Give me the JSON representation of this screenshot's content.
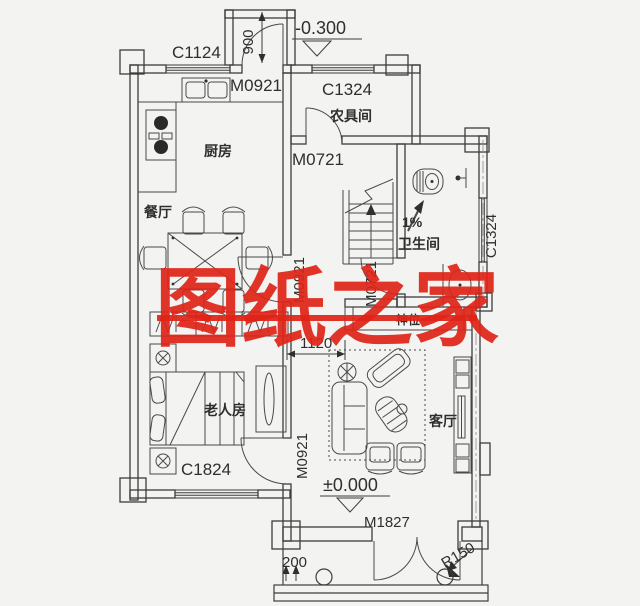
{
  "drawing": {
    "watermark": "图纸之家",
    "rooms": {
      "kitchen": "厨房",
      "dining": "餐厅",
      "farm_tools": "农具间",
      "bathroom": "卫生间",
      "elderly_bedroom": "老人房",
      "living": "客厅",
      "shrine": "神位"
    },
    "windows": {
      "c1124": "C1124",
      "c1324_top": "C1324",
      "c1324_right": "C1324",
      "c1824": "C1824"
    },
    "doors": {
      "m0921_back": "M0921",
      "m0921_hall": "M0921",
      "m0921_bedroom": "M0921",
      "m0721_farm": "M0721",
      "m0721_bath": "M0721",
      "m1827_entry": "M1827"
    },
    "dimensions": {
      "d900": "900",
      "d1120": "1120",
      "d200": "200",
      "r150": "R150"
    },
    "elevations": {
      "back": "-0.300",
      "main": "±0.000"
    },
    "slope": "1%",
    "colors": {
      "line": "#3d3d3d",
      "watermark_red": "#e02417",
      "background": "#f3f3f1"
    }
  }
}
